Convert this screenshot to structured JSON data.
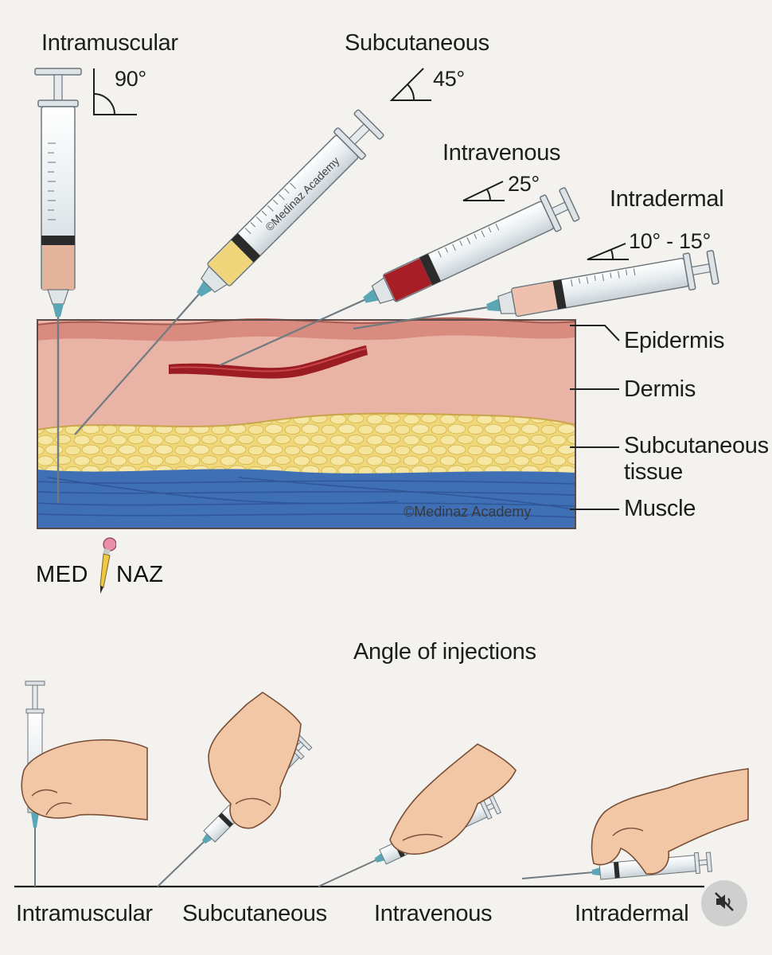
{
  "top": {
    "methods": [
      {
        "name": "Intramuscular",
        "angle": "90°"
      },
      {
        "name": "Subcutaneous",
        "angle": "45°"
      },
      {
        "name": "Intravenous",
        "angle": "25°"
      },
      {
        "name": "Intradermal",
        "angle": "10° - 15°"
      }
    ],
    "layers": [
      "Epidermis",
      "Dermis",
      "Subcutaneous\ntissue",
      "Muscle"
    ],
    "watermark_panel": "©Medinaz Academy",
    "watermark_syringe": "©Medinaz Academy",
    "logo_left": "MED",
    "logo_right": "NAZ"
  },
  "bottom": {
    "title": "Angle of injections",
    "labels": [
      "Intramuscular",
      "Subcutaneous",
      "Intravenous",
      "Intradermal"
    ]
  },
  "colors": {
    "skin": "#e9b3a6",
    "epidermis": "#d98b80",
    "fat": "#f1dc82",
    "muscle": "#3f6fb5",
    "blood": "#9b1c22",
    "needle_hub": "#5aa6b5"
  },
  "icons": [
    "mute-icon",
    "pencil-logo-icon",
    "angle-icon"
  ]
}
